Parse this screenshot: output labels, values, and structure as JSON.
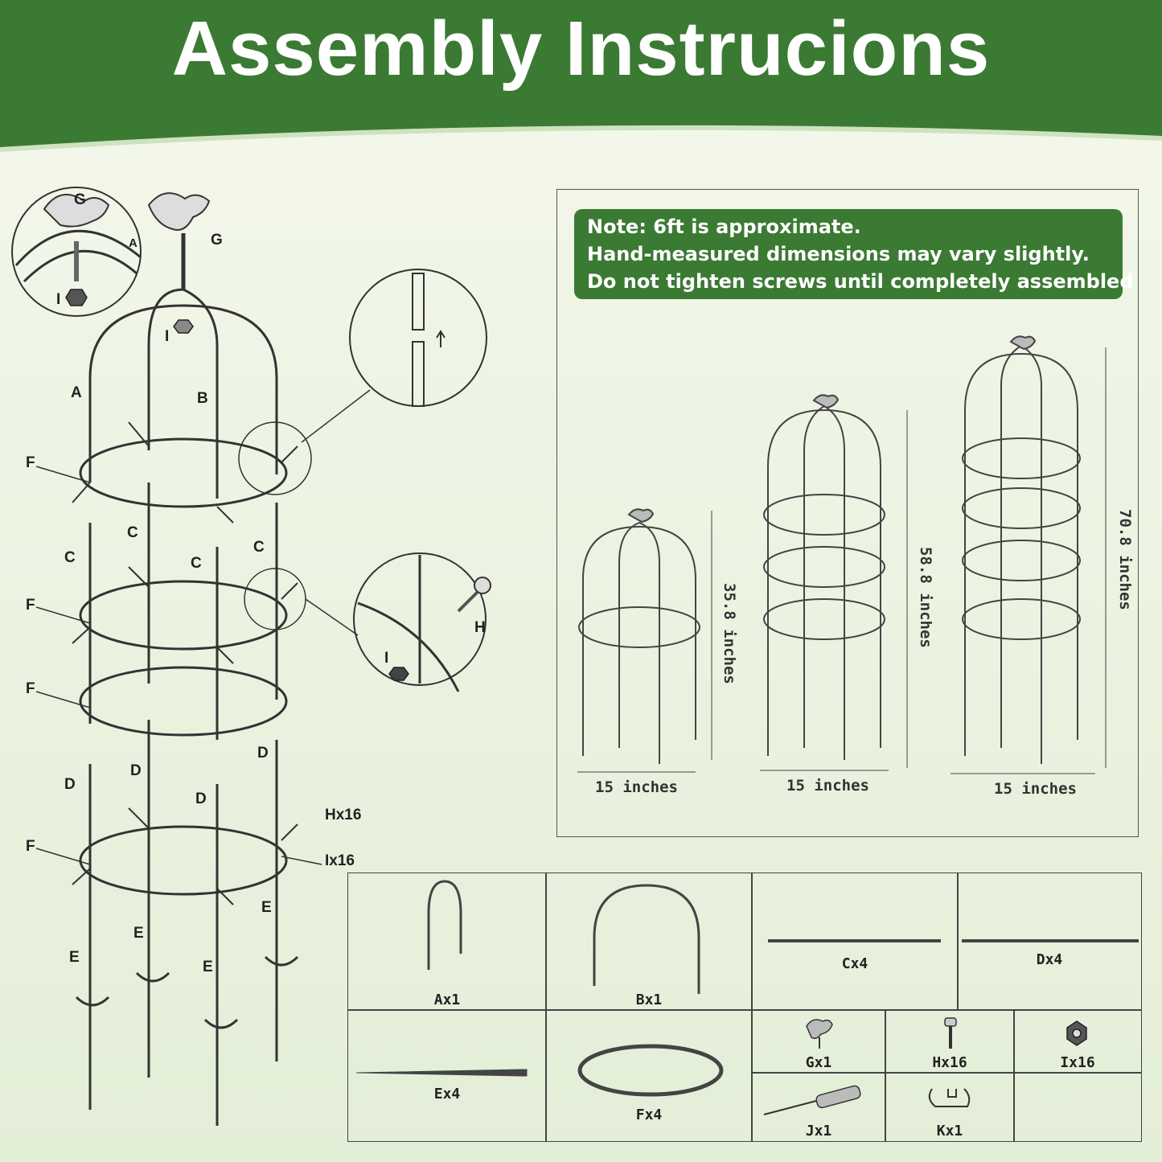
{
  "header": {
    "title": "Assembly Instrucions",
    "band_color": "#3b7a33"
  },
  "note": {
    "lines": [
      "Note: 6ft is approximate.",
      "Hand-measured dimensions may vary slightly.",
      "Do not tighten screws until completely assembled"
    ],
    "color": "#3b7a33"
  },
  "dimensions": {
    "small": {
      "height": "35.8 inches",
      "width": "15 inches"
    },
    "medium": {
      "height": "58.8 inches",
      "width": "15 inches"
    },
    "large": {
      "height": "70.8 inches",
      "width": "15 inches"
    }
  },
  "exploded_labels": {
    "g1": "G",
    "g2": "G",
    "a_small": "A",
    "i1": "I",
    "i2": "I",
    "a": "A",
    "b": "B",
    "f1": "F",
    "f2": "F",
    "f3": "F",
    "f4": "F",
    "c1": "C",
    "c2": "C",
    "c3": "C",
    "c4": "C",
    "d1": "D",
    "d2": "D",
    "d3": "D",
    "d4": "D",
    "e1": "E",
    "e2": "E",
    "e3": "E",
    "e4": "E",
    "h_detail": "H",
    "i_detail": "I",
    "h_count": "Hx16",
    "i_count": "Ix16"
  },
  "parts": {
    "a": "Ax1",
    "b": "Bx1",
    "c": "Cx4",
    "d": "Dx4",
    "e": "Ex4",
    "f": "Fx4",
    "g": "Gx1",
    "h": "Hx16",
    "i": "Ix16",
    "j": "Jx1",
    "k": "Kx1"
  }
}
